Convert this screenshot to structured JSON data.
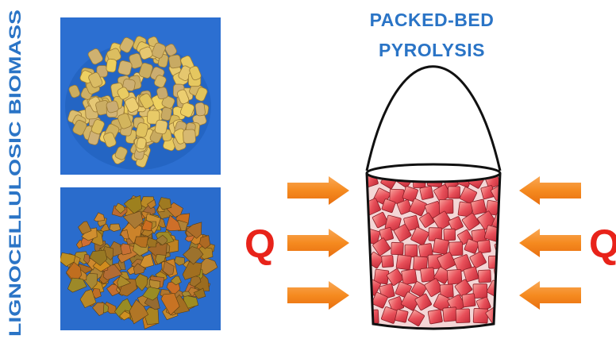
{
  "side_label": "LIGNOCELLULOSIC BIOMASS",
  "title": {
    "line1": "PACKED-BED",
    "line2": "PYROLYSIS"
  },
  "heat_label": "Q",
  "images": [
    {
      "name": "biomass-pellets-photo"
    },
    {
      "name": "biomass-chips-photo"
    }
  ],
  "colors": {
    "title_blue": "#2a74c6",
    "side_label_blue": "#2a74c6",
    "photo_background": "#2c6fd1",
    "heat_red": "#e8231a",
    "arrow_orange": "#f58a1f",
    "cube_red": "#e8505a"
  },
  "icons": {
    "heat_arrow": "right-arrow-icon / left-arrow-icon",
    "reactor": "basket-reactor-icon"
  }
}
